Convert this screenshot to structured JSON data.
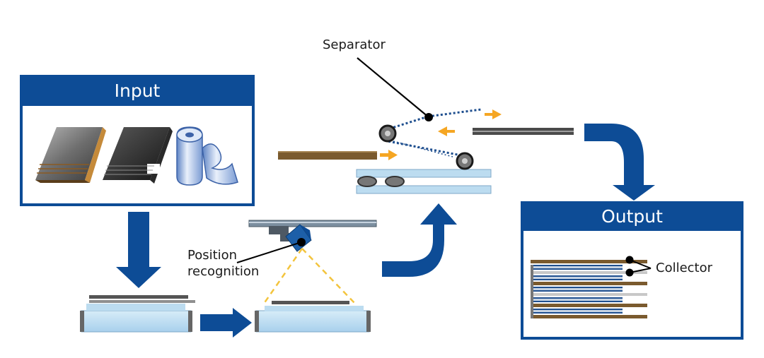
{
  "input_box": {
    "title": "Input"
  },
  "output_box": {
    "title": "Output"
  },
  "labels": {
    "separator": "Separator",
    "position_recognition": "Position\nrecognition",
    "collector": "Collector"
  },
  "colors": {
    "primary_blue": "#0d4c96",
    "arrow_orange": "#f5a623",
    "sensor_beam": "#f3c43d",
    "electrode_brown": "#7a5a2e",
    "conveyor_light_blue": "#bcdcf0",
    "separator_dots": "#1f4f8f",
    "dark_gray": "#4a4a4a"
  },
  "icons": [
    "stacked-sheets-icon",
    "dark-stacked-sheets-icon",
    "roll-material-icon"
  ]
}
